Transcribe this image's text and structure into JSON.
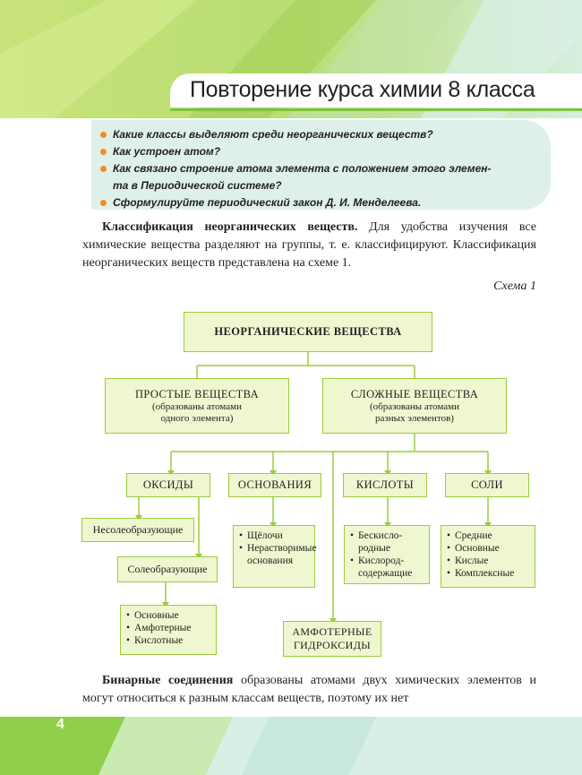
{
  "header": {
    "title": "Повторение курса химии 8 класса"
  },
  "questions": [
    "Какие классы выделяют среди неорганических веществ?",
    "Как устроен атом?",
    "Как связано строение атома элемента с положением этого элемен-",
    "та в Периодической системе?",
    "Сформулируйте периодический закон Д. И. Менделеева."
  ],
  "intro": {
    "bold": "Классификация неорганических веществ.",
    "text": " Для удобства изучения все химические вещества разделяют на группы, т. е. классифицируют. Классификация неорганических веществ представлена на схеме 1."
  },
  "scheme_label": "Схема 1",
  "diagram": {
    "root": "НЕОРГАНИЧЕСКИЕ ВЕЩЕСТВА",
    "simple": {
      "title": "ПРОСТЫЕ ВЕЩЕСТВА",
      "sub1": "(образованы атомами",
      "sub2": "одного элемента)"
    },
    "complex": {
      "title": "СЛОЖНЫЕ ВЕЩЕСТВА",
      "sub1": "(образованы атомами",
      "sub2": "разных элементов)"
    },
    "oxides": "ОКСИДЫ",
    "bases": "ОСНОВАНИЯ",
    "acids": "КИСЛОТЫ",
    "salts": "СОЛИ",
    "non_salt": "Несолеобразующие",
    "salt_forming": "Солеобразующие",
    "oxide_types": [
      "Основные",
      "Амфотерные",
      "Кислотные"
    ],
    "base_types": [
      "Щёлочи",
      "Нерастворимые основания"
    ],
    "base_lines": [
      "Щёлочи",
      "Нерастворимые",
      "основания"
    ],
    "acid_lines": [
      "Бескисло-",
      "родные",
      "Кислород-",
      "содержащие"
    ],
    "salt_types": [
      "Средние",
      "Основные",
      "Кислые",
      "Комплексные"
    ],
    "amph1": "АМФОТЕРНЫЕ",
    "amph2": "ГИДРОКСИДЫ"
  },
  "closing": {
    "bold": "Бинарные соединения",
    "text": " образованы атомами двух химических элементов и могут относиться к разным классам веществ, поэтому их нет"
  },
  "page_number": "4",
  "colors": {
    "accent_green": "#9ccc3a",
    "box_fill": "#eef7cf",
    "bullet_orange": "#f28c28",
    "question_bg": "#dff0ea"
  }
}
